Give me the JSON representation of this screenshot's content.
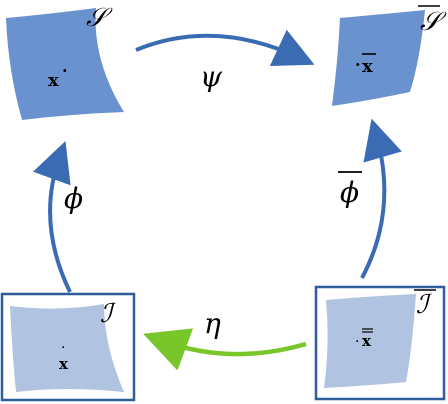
{
  "colors": {
    "surface_dark": "#6a92cf",
    "surface_light": "#b0c3e0",
    "arrow_blue": "#3a6bb3",
    "arrow_green": "#78c62a",
    "frame_blue": "#2f5d9c"
  },
  "nodes": {
    "S": {
      "label": "𝒮",
      "point": "x",
      "dot": "·"
    },
    "S_bar": {
      "label": "𝒮",
      "point": "x",
      "dot": "·"
    },
    "I": {
      "label": "ℐ",
      "point": "x",
      "dot": "·"
    },
    "I_bar": {
      "label": "ℐ",
      "point": "x",
      "dot": "·"
    }
  },
  "arrows": {
    "psi": {
      "label": "ψ"
    },
    "phi": {
      "label": "ϕ"
    },
    "phi_bar": {
      "label": "ϕ"
    },
    "eta": {
      "label": "η"
    }
  }
}
